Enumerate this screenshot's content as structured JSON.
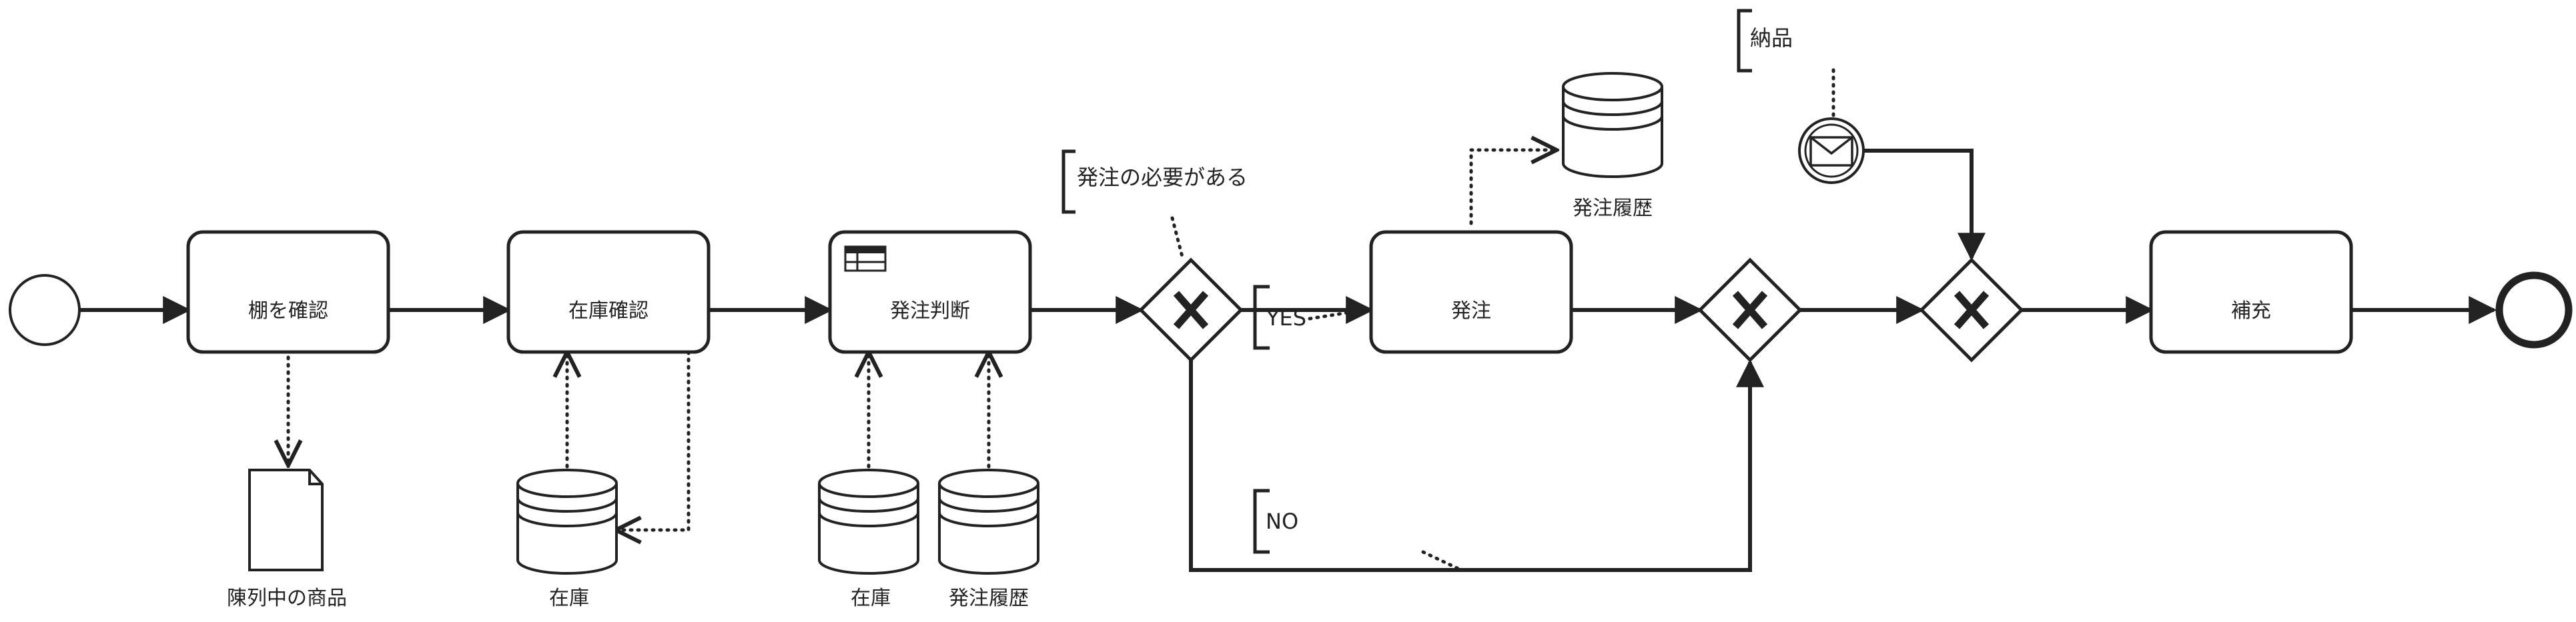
{
  "diagram": {
    "colors": {
      "stroke": "#222222",
      "background": "#ffffff"
    },
    "tasks": [
      {
        "id": "t1",
        "label": "棚を確認"
      },
      {
        "id": "t2",
        "label": "在庫確認"
      },
      {
        "id": "t3",
        "label": "発注判断",
        "icon": "business-rule-table-icon"
      },
      {
        "id": "t4",
        "label": "発注"
      },
      {
        "id": "t5",
        "label": "補充"
      }
    ],
    "artifacts": {
      "doc_display": "陳列中の商品",
      "store_stock_1": "在庫",
      "store_stock_2": "在庫",
      "store_order_history_1": "発注履歴",
      "store_order_history_2": "発注履歴"
    },
    "annotations": {
      "need_order": "発注の必要がある",
      "yes": "YES",
      "no": "NO",
      "delivery": "納品"
    },
    "events": {
      "start": "start-event-circle",
      "end": "end-event-circle",
      "message": "message-catch-event-icon"
    },
    "gateways": [
      "exclusive-gateway-icon",
      "exclusive-gateway-icon",
      "exclusive-gateway-icon"
    ]
  }
}
